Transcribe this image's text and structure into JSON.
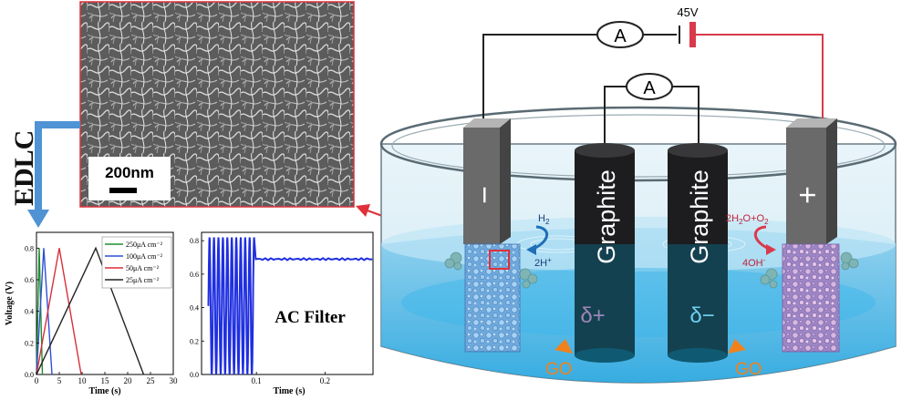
{
  "sem": {
    "scale_label": "200nm",
    "colors": {
      "frame": "#e0303a"
    }
  },
  "edlc": {
    "label": "EDLC",
    "arrow_color": "#4f93d4"
  },
  "cell": {
    "voltage": "45V",
    "ammeter_top": "A",
    "ammeter_mid": "A",
    "neg_sign": "−",
    "pos_sign": "+",
    "graphite_left": "Graphite",
    "graphite_right": "Graphite",
    "delta_left": "δ+",
    "delta_right": "δ−",
    "h2_label": "H",
    "h2_sub": "2",
    "two_h_label": "2H",
    "two_h_sup": "+",
    "right_top_a": "2H",
    "right_top_sub1": "2",
    "right_top_b": "O+O",
    "right_top_sub2": "2",
    "oh_label": "4OH",
    "oh_sup": "-",
    "go_left": "GO",
    "go_right": "GO",
    "colors": {
      "wire_neg": "#222222",
      "wire_pos": "#d93a4b",
      "go": "#f0821e",
      "water": "#3fb3e6",
      "graphite": "#1d1d1f"
    }
  },
  "chart_data": [
    {
      "type": "line",
      "title": "",
      "xlabel": "Time (s)",
      "ylabel": "Voltage (V)",
      "xlim": [
        0,
        30
      ],
      "ylim": [
        0,
        0.9
      ],
      "xticks": [
        "0",
        "5",
        "10",
        "15",
        "20",
        "25",
        "30"
      ],
      "yticks": [
        "0.0",
        "0.2",
        "0.4",
        "0.6",
        "0.8"
      ],
      "series": [
        {
          "name": "250μA cm⁻²",
          "color": "#1e8f2f",
          "x": [
            0,
            0.6,
            1.3
          ],
          "y": [
            0,
            0.8,
            0
          ]
        },
        {
          "name": "100μA cm⁻²",
          "color": "#2f4fd8",
          "x": [
            0,
            1.6,
            3.4
          ],
          "y": [
            0,
            0.8,
            0
          ]
        },
        {
          "name": "50μA cm⁻²",
          "color": "#d8303a",
          "x": [
            0,
            5.0,
            9.8
          ],
          "y": [
            0,
            0.8,
            0
          ]
        },
        {
          "name": "25μA cm⁻²",
          "color": "#222222",
          "x": [
            0,
            13.0,
            23.5
          ],
          "y": [
            0,
            0.8,
            0
          ]
        }
      ]
    },
    {
      "type": "line",
      "title": "AC Filter",
      "xlabel": "Time (s)",
      "ylabel": "",
      "xlim": [
        0.02,
        0.27
      ],
      "ylim": [
        0,
        0.85
      ],
      "xticks": [
        "0.1",
        "0.2"
      ],
      "xtick_values": [
        0.1,
        0.2
      ],
      "yticks": [
        "0.0",
        "0.2",
        "0.4",
        "0.6",
        "0.8"
      ],
      "series": [
        {
          "name": "",
          "color": "#1f2fe0",
          "osc_start": 0.03,
          "osc_end": 0.097,
          "osc_period": 0.0065,
          "osc_low": 0.0,
          "osc_high": 0.82,
          "steady": 0.69
        }
      ]
    }
  ]
}
